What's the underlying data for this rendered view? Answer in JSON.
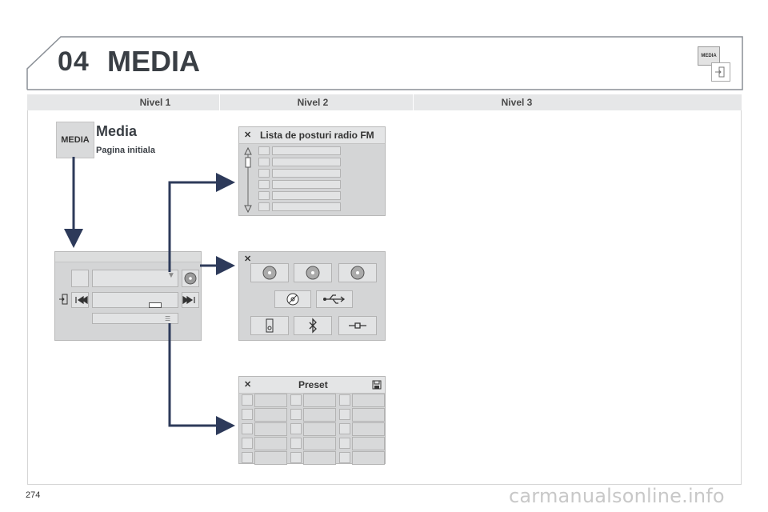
{
  "header": {
    "chapter_number": "04",
    "chapter_title": "MEDIA",
    "media_icon_label": "MEDIA"
  },
  "levels": [
    "Nivel 1",
    "Nivel 2",
    "Nivel 3"
  ],
  "level1": {
    "media_button_label": "MEDIA",
    "title": "Media",
    "subtitle": "Pagina initiala"
  },
  "panels": {
    "radio_list": {
      "title": "Lista de posturi radio FM"
    },
    "sources": {
      "title": ""
    },
    "preset": {
      "title": "Preset"
    }
  },
  "icons": {
    "close": "close-icon",
    "save": "save-icon",
    "usb": "usb-icon",
    "bluetooth": "bluetooth-icon",
    "aux": "aux-icon",
    "cd": "cd-icon",
    "ipod": "ipod-icon",
    "prev": "prev-track-icon",
    "next": "next-track-icon",
    "exit": "exit-icon"
  },
  "colors": {
    "arrow": "#2d3a5a",
    "heading": "#3a3f45",
    "panel": "#d4d5d6"
  },
  "footer": {
    "page_number": "274",
    "watermark": "carmanualsonline.info"
  }
}
